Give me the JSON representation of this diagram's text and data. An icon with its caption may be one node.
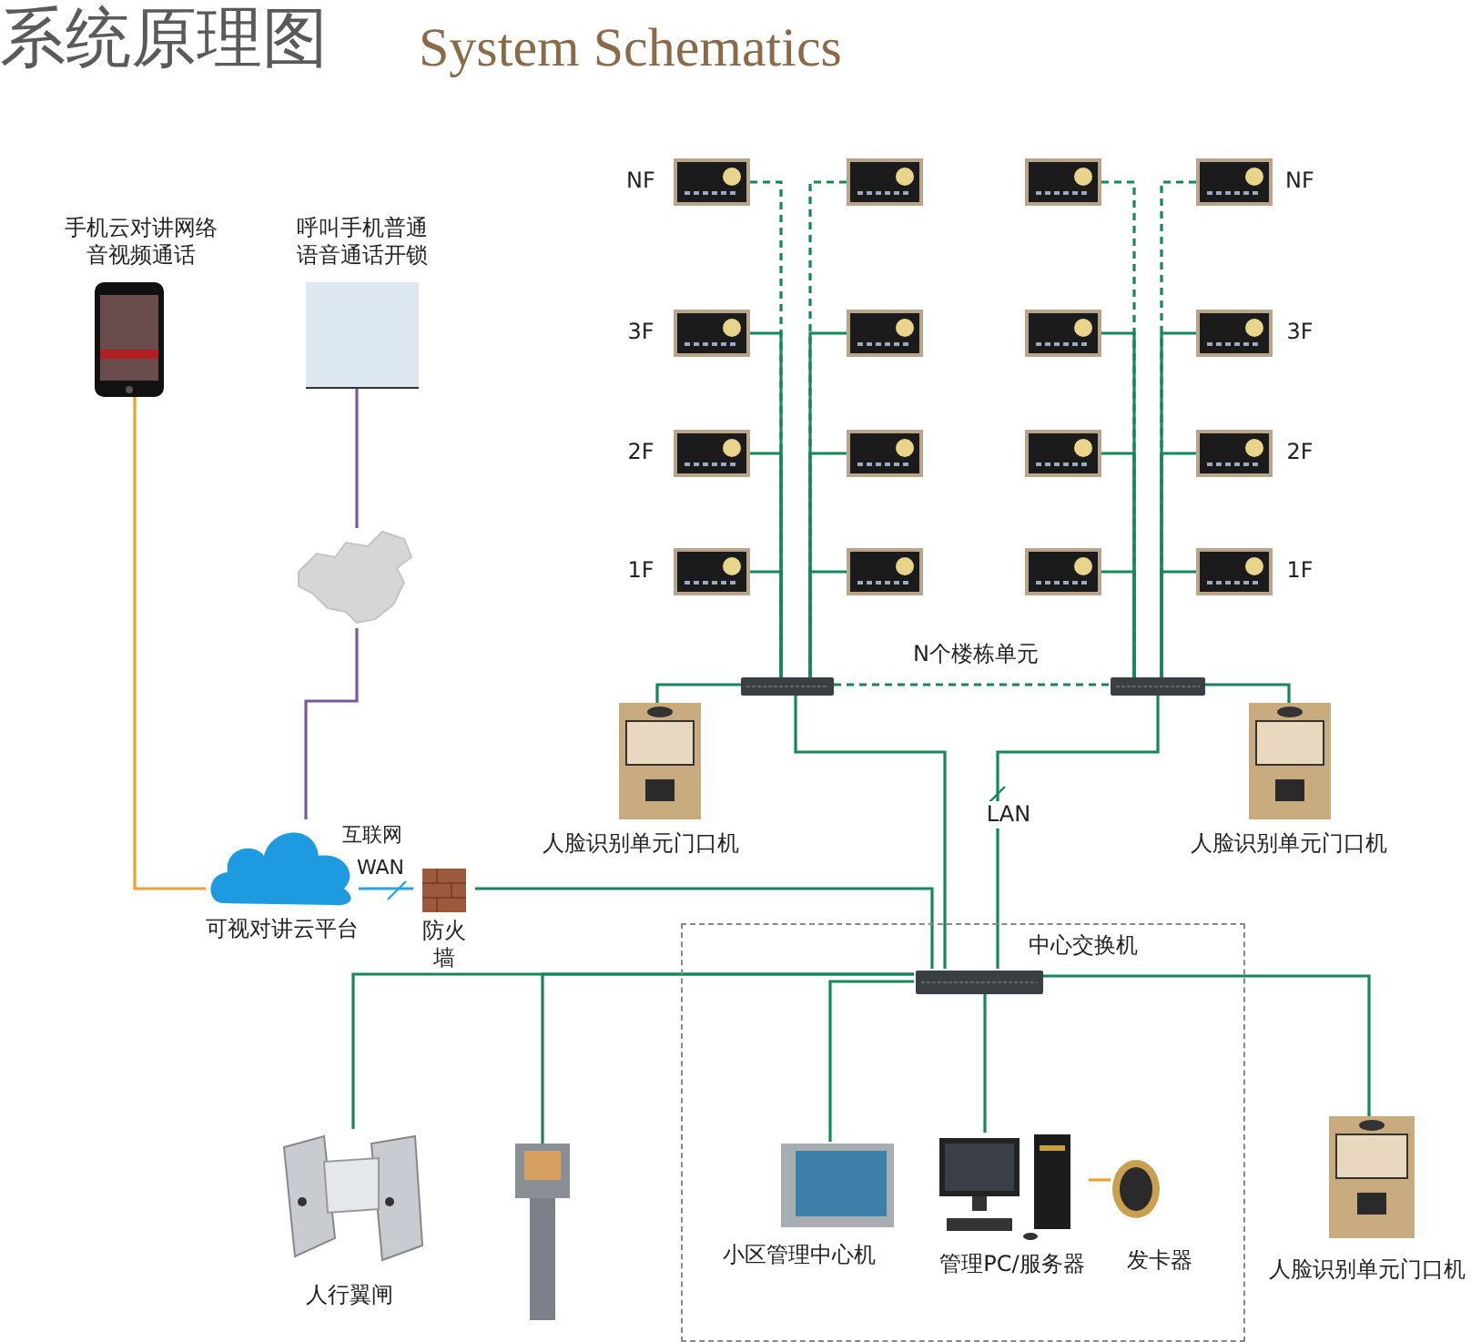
{
  "diagram": {
    "title": "系统原理图",
    "nodes": [
      {
        "text": [
          "手机云对讲网络音视频通话"
        ]
      },
      {
        "text": [
          "呼叫手机普通语音通话开锁"
        ]
      },
      {
        "text": [],
        "shape": "picture"
      },
      {
        "text": [
          "可视对讲云平台"
        ]
      },
      {
        "text": [
          "防火墙"
        ]
      },
      {
        "text": [],
        "shape": "box"
      },
      {
        "text": [],
        "shape": "picture",
        "in": 5,
        "beside": [
          "中心交换机"
        ]
      },
      {
        "text": [],
        "shape": "picture",
        "beside": [
          "NF"
        ]
      },
      {
        "text": [],
        "shape": "picture"
      },
      {
        "text": [],
        "shape": "picture"
      },
      {
        "text": [],
        "shape": "picture",
        "beside": [
          "NF"
        ]
      },
      {
        "text": [],
        "shape": "picture",
        "beside": [
          "3F"
        ]
      },
      {
        "text": [],
        "shape": "picture"
      },
      {
        "text": [],
        "shape": "picture"
      },
      {
        "text": [],
        "shape": "picture",
        "beside": [
          "3F"
        ]
      },
      {
        "text": [],
        "shape": "picture",
        "beside": [
          "2F"
        ]
      },
      {
        "text": [],
        "shape": "picture"
      },
      {
        "text": [],
        "shape": "picture"
      },
      {
        "text": [],
        "shape": "picture",
        "beside": [
          "2F"
        ]
      },
      {
        "text": [],
        "shape": "picture",
        "beside": [
          "1F"
        ]
      },
      {
        "text": [],
        "shape": "picture"
      },
      {
        "text": [],
        "shape": "picture"
      },
      {
        "text": [],
        "shape": "picture",
        "beside": [
          "1F"
        ]
      },
      {
        "text": [],
        "shape": "picture"
      },
      {
        "text": [],
        "shape": "picture"
      },
      {
        "text": [
          "人脸识别单元门口机"
        ]
      },
      {
        "text": [
          "人脸识别单元门口机"
        ]
      },
      {
        "text": [
          "人行翼闸"
        ]
      },
      {
        "text": [],
        "shape": "picture"
      },
      {
        "text": [
          "小区管理中心机"
        ],
        "in": 5
      },
      {
        "text": [
          "管理PC/服务器"
        ],
        "in": 5
      },
      {
        "text": [
          "发卡器"
        ],
        "in": 5
      },
      {
        "text": [
          "人脸识别单元门口机"
        ]
      }
    ],
    "edges": [
      {
        "from": 0,
        "to": 3,
        "arrow": "none",
        "color": "#f0a030"
      },
      {
        "from": 1,
        "to": 2,
        "arrow": "none",
        "color": "#7b5a9b"
      },
      {
        "from": 2,
        "to": 3,
        "arrow": "none",
        "color": "#7b5a9b"
      },
      {
        "from": 3,
        "to": 4,
        "arrow": "none",
        "color": "#29a3e0"
      },
      {
        "from": 4,
        "to": 6,
        "arrow": "none"
      },
      {
        "from": 23,
        "to": 6,
        "arrow": "none"
      },
      {
        "from": 24,
        "to": 6,
        "arrow": "none",
        "label": "LAN"
      },
      {
        "from": 23,
        "to": 24,
        "arrow": "none",
        "style": "dashed",
        "label": "N个楼栋单元"
      },
      {
        "from": 25,
        "to": 23,
        "arrow": "none"
      },
      {
        "from": 26,
        "to": 24,
        "arrow": "none"
      },
      {
        "from": 6,
        "to": 27,
        "arrow": "none"
      },
      {
        "from": 6,
        "to": 28,
        "arrow": "none"
      },
      {
        "from": 6,
        "to": 29,
        "arrow": "none"
      },
      {
        "from": 6,
        "to": 30,
        "arrow": "none"
      },
      {
        "from": 6,
        "to": 32,
        "arrow": "none"
      },
      {
        "from": 30,
        "to": 31,
        "arrow": "none",
        "color": "#f0a030"
      },
      {
        "from": 7,
        "to": 23,
        "arrow": "none",
        "style": "dashed"
      },
      {
        "from": 8,
        "to": 23,
        "arrow": "none",
        "style": "dashed"
      },
      {
        "from": 9,
        "to": 24,
        "arrow": "none",
        "style": "dashed"
      },
      {
        "from": 10,
        "to": 24,
        "arrow": "none",
        "style": "dashed"
      },
      {
        "from": 11,
        "to": 23,
        "arrow": "none"
      },
      {
        "from": 12,
        "to": 23,
        "arrow": "none"
      },
      {
        "from": 13,
        "to": 24,
        "arrow": "none"
      },
      {
        "from": 14,
        "to": 24,
        "arrow": "none"
      },
      {
        "from": 15,
        "to": 23,
        "arrow": "none"
      },
      {
        "from": 16,
        "to": 23,
        "arrow": "none"
      },
      {
        "from": 17,
        "to": 24,
        "arrow": "none"
      },
      {
        "from": 18,
        "to": 24,
        "arrow": "none"
      },
      {
        "from": 19,
        "to": 23,
        "arrow": "none"
      },
      {
        "from": 20,
        "to": 23,
        "arrow": "none"
      },
      {
        "from": 21,
        "to": 24,
        "arrow": "none"
      },
      {
        "from": 22,
        "to": 24,
        "arrow": "none"
      }
    ],
    "labels": [
      "System Schematics",
      "互联网",
      "WAN"
    ]
  }
}
